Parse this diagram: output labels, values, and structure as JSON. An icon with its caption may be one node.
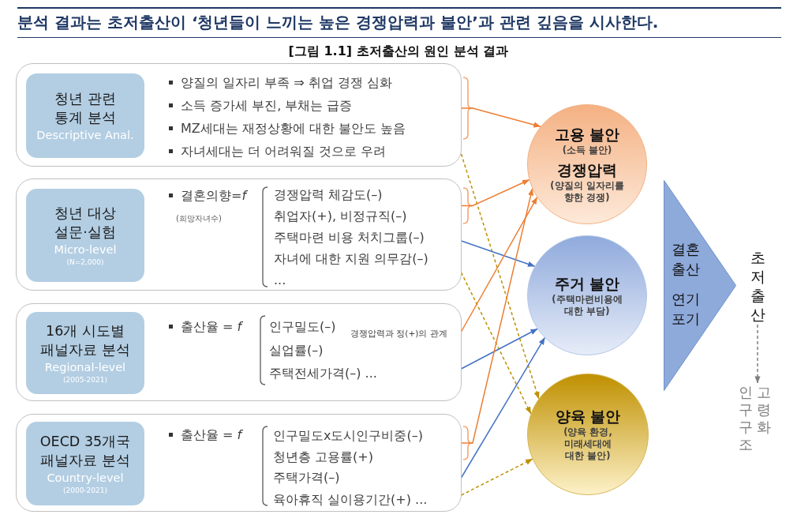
{
  "diagram": {
    "title": "분석 결과는 초저출산이 ‘청년들이 느끼는 높은 경쟁압력과 불안’과 관련 깊음을 시사한다.",
    "caption": "[그림 1.1] 초저출산의 원인 분석 결과",
    "nodes": [
      {
        "text": [
          "양질의 일자리 부족 ⇒ 취업 경쟁 심화",
          "소득 증가세 부진, 부채는 급증",
          "MZ세대는 재정상황에 대한 불안도 높음",
          "자녀세대는 더 어려워질 것으로 우려"
        ]
      },
      {
        "text": [
          "청년 관련 통계 분석",
          "Descriptive Anal."
        ],
        "in": 0
      },
      {
        "text": [
          "결혼의향=*f*",
          "(희망자녀수)",
          "경쟁압력 체감도(–)",
          "취업자(+), 비정규직(–)",
          "주택마련 비용 처치그룹(–)",
          "자녀에 대한 지원 의무감(–)",
          "..."
        ]
      },
      {
        "text": [
          "청년 대상 설문·실험",
          "Micro-level",
          "(N=2,000)"
        ],
        "in": 2
      },
      {
        "text": [
          "출산율 = *f*",
          "인구밀도(–)",
          "경쟁압력과 정(+)의 관계",
          "실업률(–)",
          "주택전세가격(–) ..."
        ]
      },
      {
        "text": [
          "16개 시도별 패널자료 분석",
          "Regional-level",
          "(2005-2021)"
        ],
        "in": 4
      },
      {
        "text": [
          "출산율 = *f*",
          "인구밀도x도시인구비중(–)",
          "청년층 고용률(+)",
          "주택가격(–)",
          "육아휴직 실이용기간(+) ..."
        ]
      },
      {
        "text": [
          "OECD 35개국 패널자료 분석",
          "Country-level",
          "(2000-2021)"
        ],
        "in": 6
      },
      {
        "text": [
          "고용 불안",
          "(소득 불안)",
          "경쟁압력",
          "(양질의 일자리를 향한 경쟁)"
        ]
      },
      {
        "text": [
          "주거 불안",
          "(주택마련비용에 대한 부담)"
        ]
      },
      {
        "text": [
          "양육 불안",
          "(양육 환경, 미래세대에 대한 불안)"
        ]
      },
      {
        "text": [
          "결혼 출산",
          "연기 포기"
        ]
      },
      {
        "text": [
          "초저출산"
        ]
      },
      {
        "text": [
          "인구구조 고령화"
        ]
      }
    ],
    "edges": [
      {
        "from": 0,
        "to": 8,
        "arrow": "to"
      },
      {
        "from": 0,
        "to": 10,
        "arrow": "to",
        "style": "dashed",
        "color": "#bf9000"
      },
      {
        "from": 2,
        "to": 8,
        "arrow": "to"
      },
      {
        "from": 2,
        "to": 9,
        "arrow": "to",
        "color": "#4472c4"
      },
      {
        "from": 2,
        "to": 10,
        "arrow": "to",
        "style": "dashed",
        "color": "#bf9000"
      },
      {
        "from": 4,
        "to": 8,
        "arrow": "to"
      },
      {
        "from": 4,
        "to": 9,
        "arrow": "to",
        "color": "#4472c4"
      },
      {
        "from": 6,
        "to": 8,
        "arrow": "to"
      },
      {
        "from": 6,
        "to": 9,
        "arrow": "to",
        "color": "#4472c4"
      },
      {
        "from": 6,
        "to": 10,
        "arrow": "to",
        "style": "dashed",
        "color": "#bf9000"
      },
      {
        "from": 12,
        "to": 13,
        "arrow": "to",
        "style": "dashed",
        "color": "#7f7f7f"
      }
    ]
  }
}
